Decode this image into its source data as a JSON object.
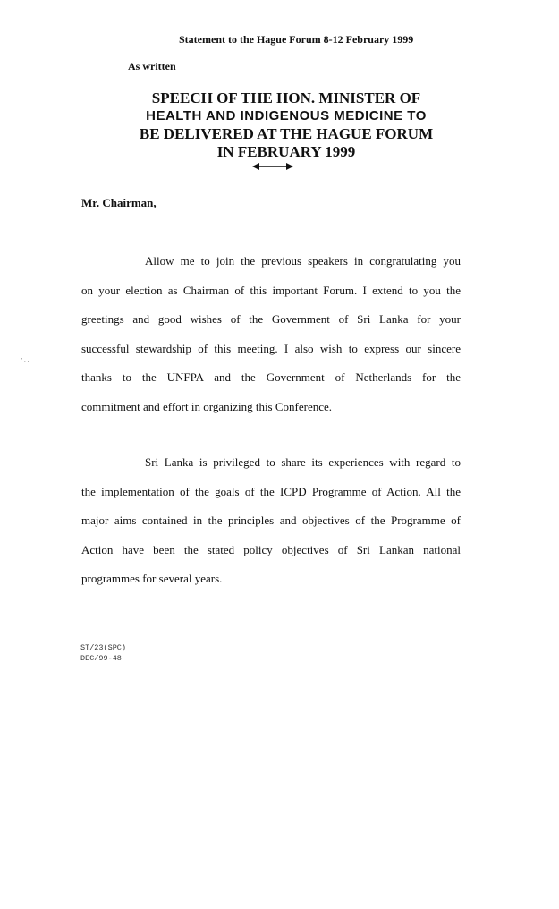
{
  "header": {
    "statement": "Statement to the Hague Forum 8-12 February 1999",
    "as_written": "As written"
  },
  "title": {
    "line1": "SPEECH OF THE HON. MINISTER OF",
    "line2": "HEALTH AND INDIGENOUS MEDICINE TO",
    "line3": "BE DELIVERED AT THE HAGUE FORUM",
    "line4": "IN FEBRUARY 1999"
  },
  "salutation": "Mr. Chairman,",
  "paragraph1": [
    "Allow me to join the previous speakers in congratulating you",
    "on your election as Chairman of this important Forum. I extend to you the",
    "greetings and good wishes of the Government of Sri Lanka for your",
    "successful stewardship of this meeting. I also wish to express our sincere",
    "thanks to the UNFPA and the Government of Netherlands for the",
    "commitment and effort in organizing this Conference."
  ],
  "paragraph2": [
    "Sri Lanka is privileged to share its experiences with regard to",
    "the implementation of the goals of the ICPD Programme of Action. All the",
    "major aims contained in the principles and objectives of the Programme of",
    "Action have been the stated policy objectives of Sri Lankan national",
    "programmes for several years."
  ],
  "reference": {
    "line1": "ST/23(SPC)",
    "line2": "DEC/99-48"
  },
  "margin_mark": "' . ."
}
